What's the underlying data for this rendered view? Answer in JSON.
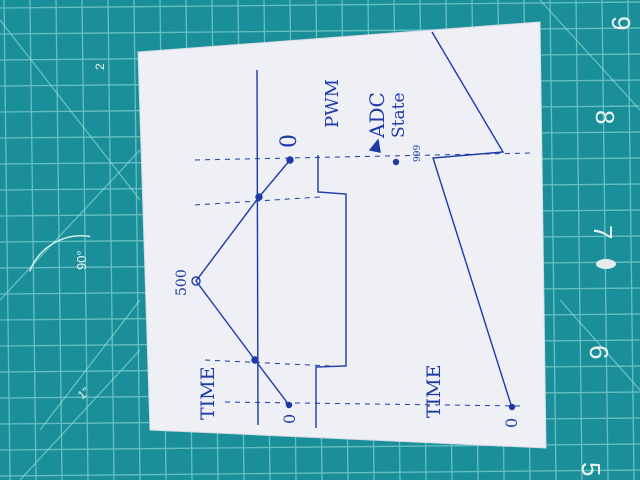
{
  "colors": {
    "mat": "#1a8f9a",
    "mat_grid": "#7fd0cf",
    "paper": "#eef0f6",
    "ink": "#1d3aa8"
  },
  "mat": {
    "ruler_numbers": [
      "9",
      "8",
      "7",
      "6",
      "5"
    ],
    "angle_label": "90°",
    "inch_label": "1\"",
    "corner_label": "2"
  },
  "sketch": {
    "legend": {
      "pwm": "PWM",
      "adc": "ADC",
      "state": "State"
    },
    "left_plot": {
      "axis_label": "TIME",
      "label_top": "0",
      "label_mid": "500",
      "label_bottom": "0"
    },
    "right_plot": {
      "axis_label": "TIME",
      "label_bottom": "0",
      "label_step": "999"
    }
  }
}
